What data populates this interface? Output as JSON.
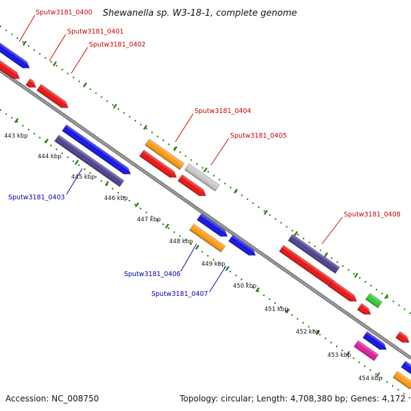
{
  "title": "Shewanella sp. W3-18-1, complete genome",
  "footer": {
    "accession": "Accession: NC_008750",
    "summary": "Topology: circular; Length: 4,708,380 bp; Genes: 4,172"
  },
  "colors": {
    "label_upper": "#cc0000",
    "label_lower": "#0000aa",
    "backbone": "#888888",
    "dots": "#2a7a12",
    "blue": "#1010e8",
    "red": "#ee1111",
    "purple": "#4a4090",
    "orange": "#ff9a10",
    "grey": "#c8c8c8",
    "green": "#33cc33",
    "pink": "#e8189a"
  },
  "kbp_labels": [
    "443 kbp",
    "444 kbp",
    "445 kbp",
    "446 kbp",
    "447 kbp",
    "448 kbp",
    "449 kbp",
    "450 kbp",
    "451 kbp",
    "452 kbp",
    "453 kbp",
    "454 kbp"
  ],
  "gene_labels_upper": [
    "Sputw3181_0400",
    "Sputw3181_0401",
    "Sputw3181_0402",
    "Sputw3181_0404",
    "Sputw3181_0405",
    "Sputw3181_0408"
  ],
  "gene_labels_lower": [
    "Sputw3181_0403",
    "Sputw3181_0406",
    "Sputw3181_0407"
  ]
}
